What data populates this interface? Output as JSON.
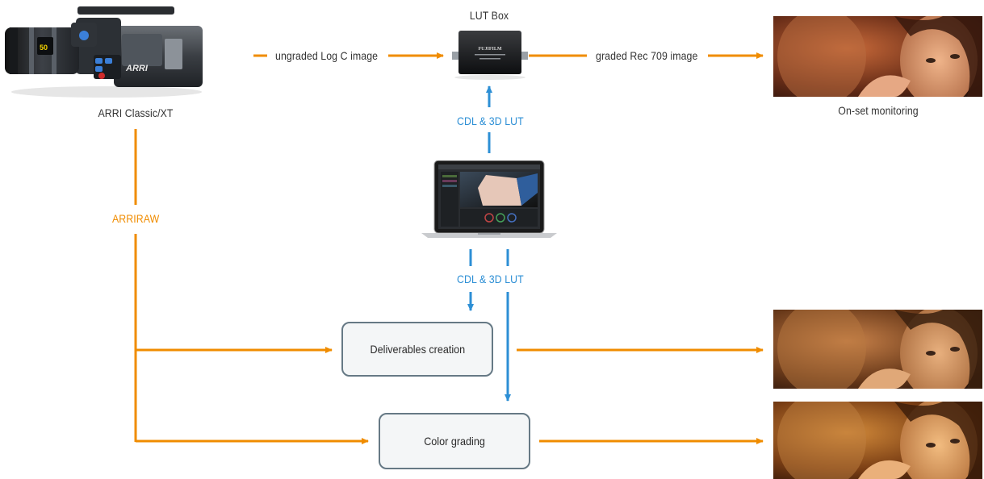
{
  "camera": {
    "label": "ARRI Classic/XT",
    "brand": "ARRI",
    "lens_number": "50"
  },
  "lut_box": {
    "label": "LUT Box",
    "brand": "FUJIFILM"
  },
  "flows": {
    "ungraded": "ungraded Log C image",
    "graded": "graded Rec 709 image",
    "arriraw": "ARRIRAW",
    "cdl_top": "CDL & 3D LUT",
    "cdl_bottom": "CDL & 3D LUT"
  },
  "monitor": {
    "label": "On-set monitoring"
  },
  "processes": {
    "deliverables": "Deliverables creation",
    "grading": "Color grading"
  },
  "colors": {
    "orange": "#f08c00",
    "blue": "#2d8fd5",
    "box_border": "#667985"
  },
  "icons": [
    "camera-image",
    "lut-box-image",
    "laptop-image",
    "monitor-frame-image"
  ]
}
